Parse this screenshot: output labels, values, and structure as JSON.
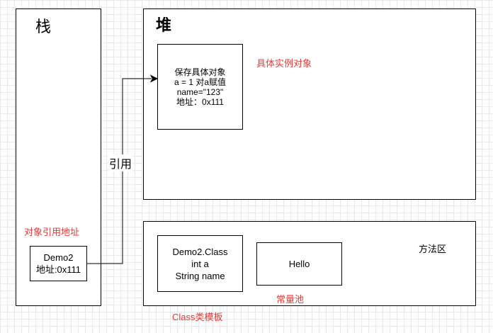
{
  "stack": {
    "title": "栈",
    "ref_label": "对象引用地址",
    "var_name": "Demo2",
    "var_addr": "地址:0x111"
  },
  "heap": {
    "title": "堆",
    "object_lines": [
      "保存具体对象",
      "a = 1 对a赋值",
      "name=\"123\"",
      "地址：0x111"
    ],
    "object_label": "具体实例对象"
  },
  "reference_label": "引用",
  "method_area": {
    "title": "方法区",
    "class_lines": [
      "Demo2.Class",
      "int a",
      "String name"
    ],
    "class_label": "Class类模板",
    "constant": "Hello",
    "constant_label": "常量池"
  },
  "colors": {
    "annotation": "#e53935",
    "line": "#000000",
    "grid": "#e9e9e9"
  }
}
